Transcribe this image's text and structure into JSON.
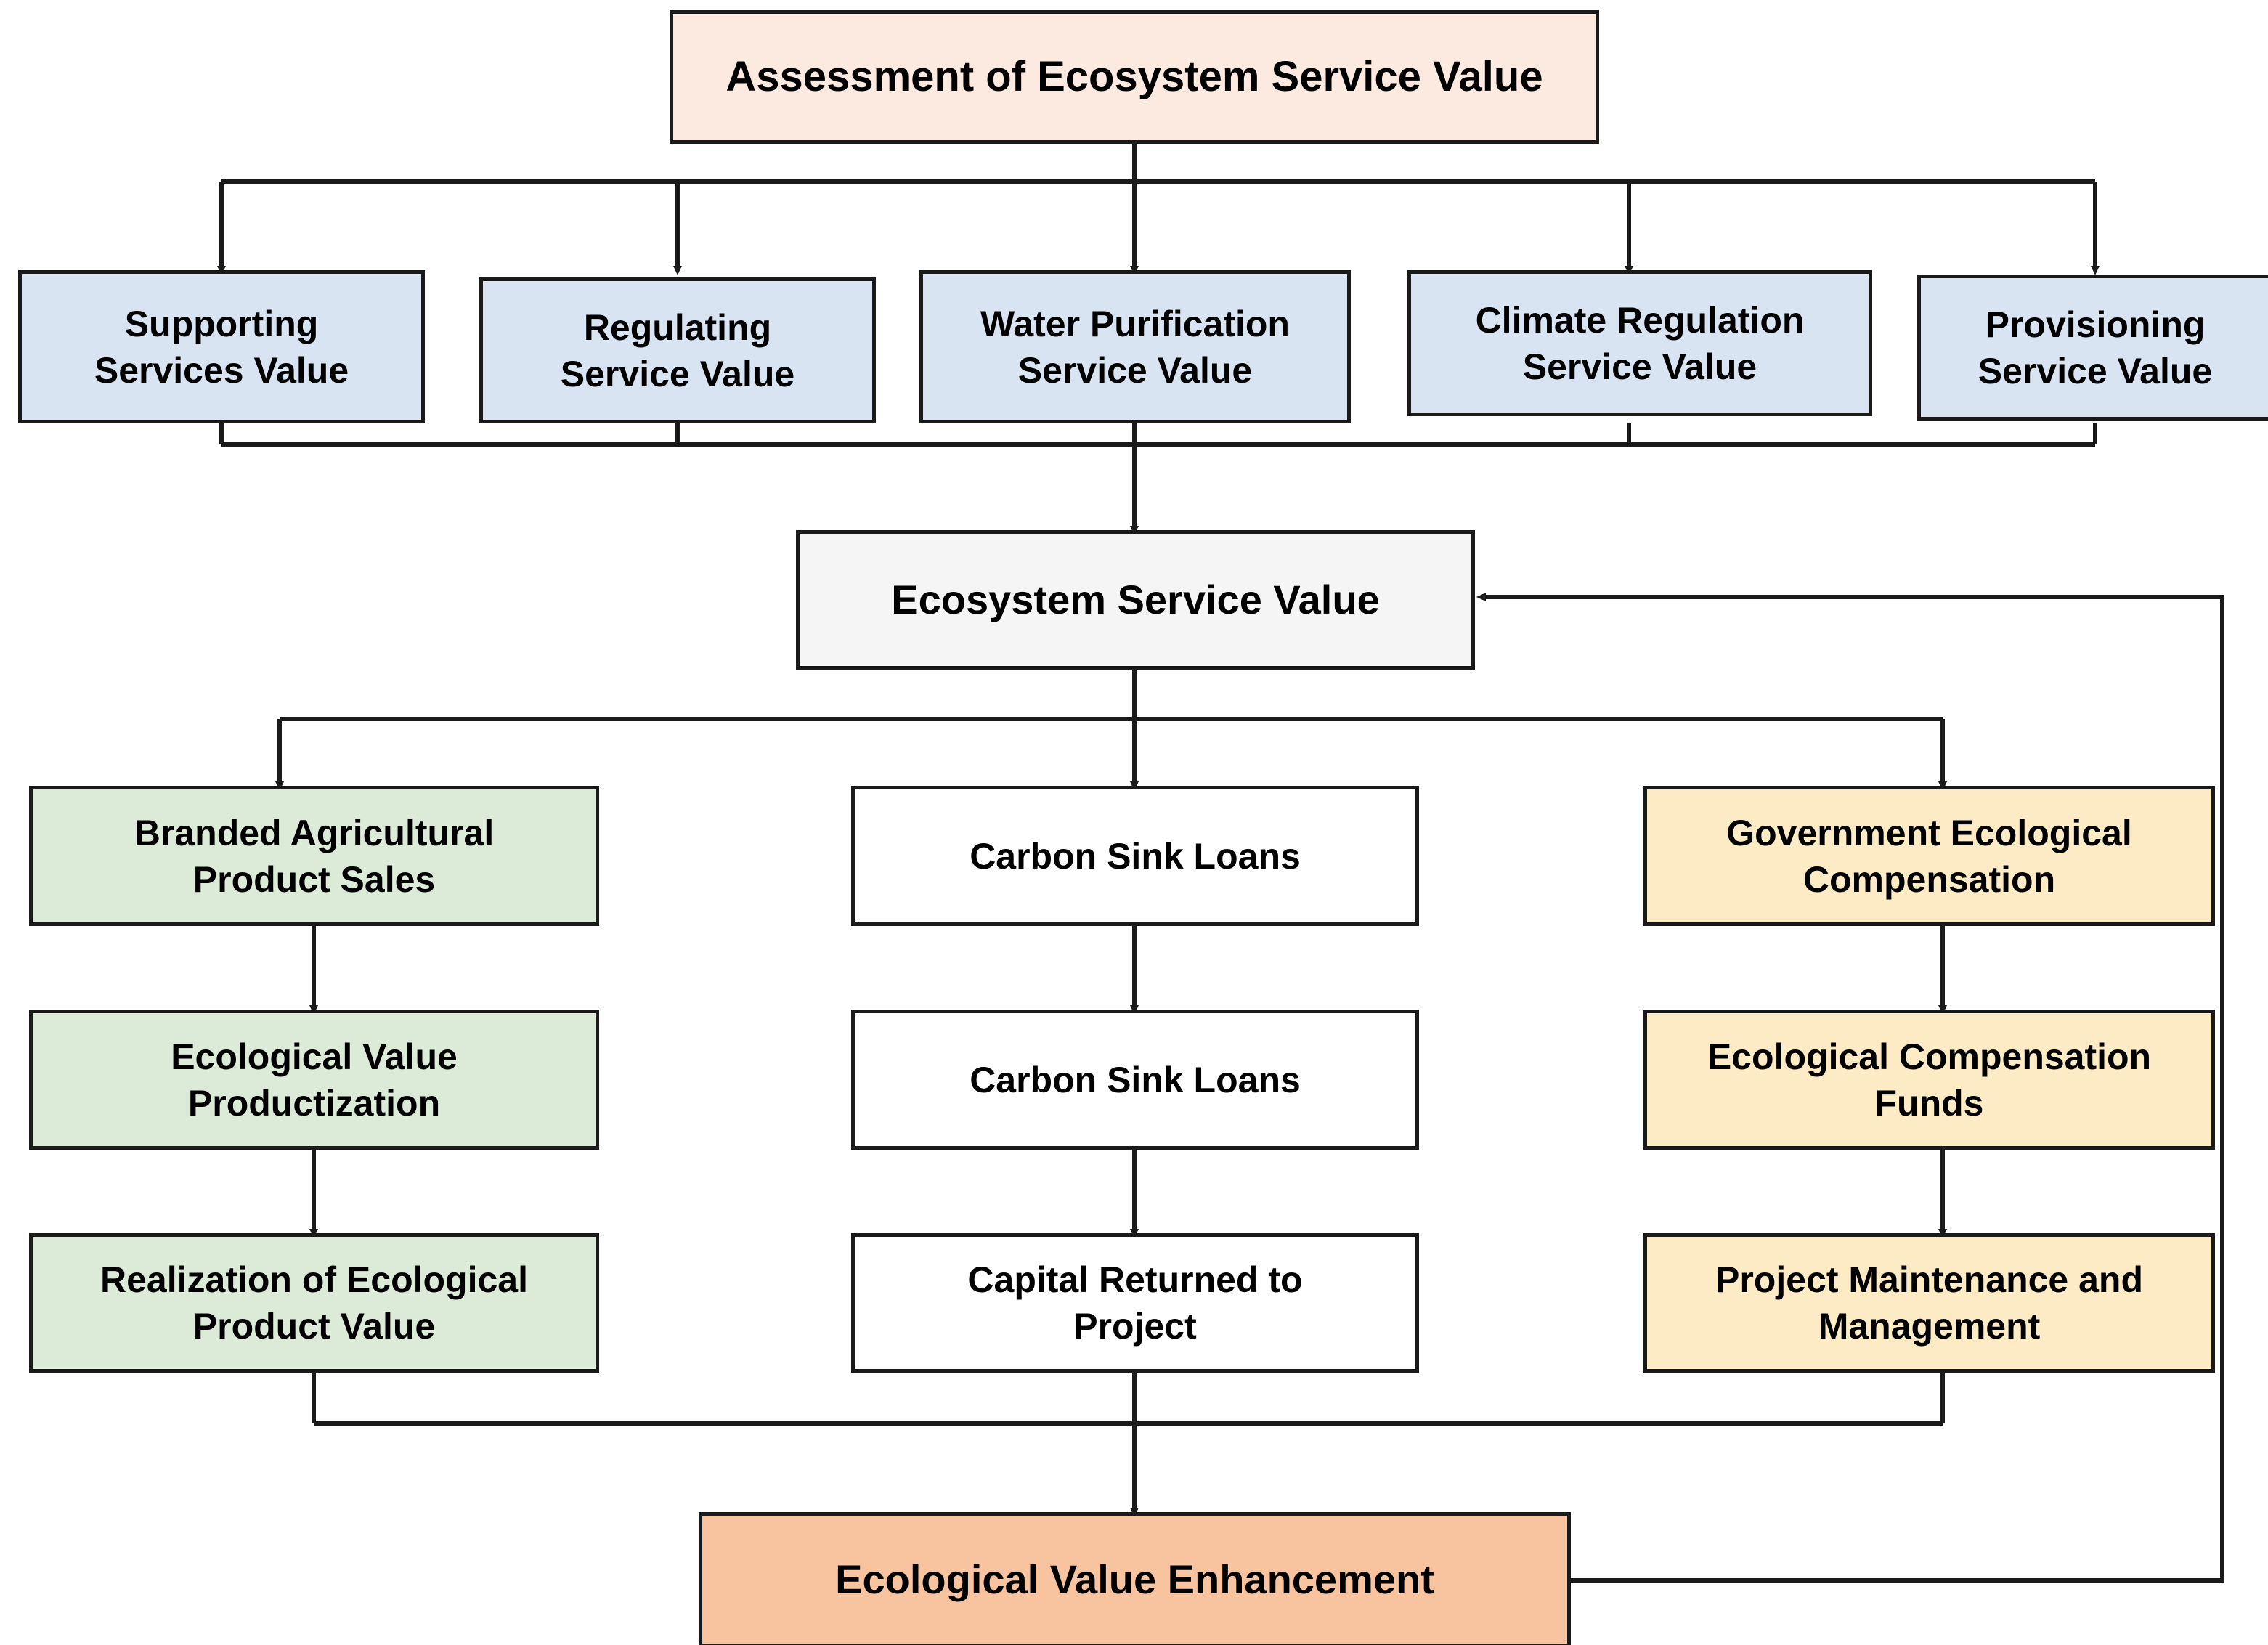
{
  "diagram": {
    "title_node": {
      "label": "Assessment of Ecosystem Service Value",
      "color": "#FCE9E0"
    },
    "service_value_nodes": [
      {
        "label": "Supporting\nServices Value",
        "color": "#D9E4F2"
      },
      {
        "label": "Regulating\nService Value",
        "color": "#D9E4F2"
      },
      {
        "label": "Water Purification\nService Value",
        "color": "#D9E4F2"
      },
      {
        "label": "Climate Regulation\nService Value",
        "color": "#D9E4F2"
      },
      {
        "label": "Provisioning\nService Value",
        "color": "#D9E4F2"
      }
    ],
    "aggregate_node": {
      "label": "Ecosystem Service Value",
      "color": "#F5F5F5"
    },
    "branch_columns": [
      {
        "name": "agricultural-branding",
        "color": "#DCEBD8",
        "nodes": [
          {
            "label": "Branded Agricultural\nProduct Sales"
          },
          {
            "label": "Ecological Value\nProductization"
          },
          {
            "label": "Realization of Ecological\nProduct Value"
          }
        ]
      },
      {
        "name": "carbon-finance",
        "color": "#FFFFFF",
        "nodes": [
          {
            "label": "Carbon Sink Loans"
          },
          {
            "label": "Carbon Sink Loans"
          },
          {
            "label": "Capital Returned to\nProject"
          }
        ]
      },
      {
        "name": "government-compensation",
        "color": "#FCEBC5",
        "nodes": [
          {
            "label": "Government Ecological\nCompensation"
          },
          {
            "label": "Ecological Compensation\nFunds"
          },
          {
            "label": "Project Maintenance and\nManagement"
          }
        ]
      }
    ],
    "outcome_node": {
      "label": "Ecological Value Enhancement",
      "color": "#F8C4A0"
    },
    "edge_color": "#1a1a1a"
  }
}
